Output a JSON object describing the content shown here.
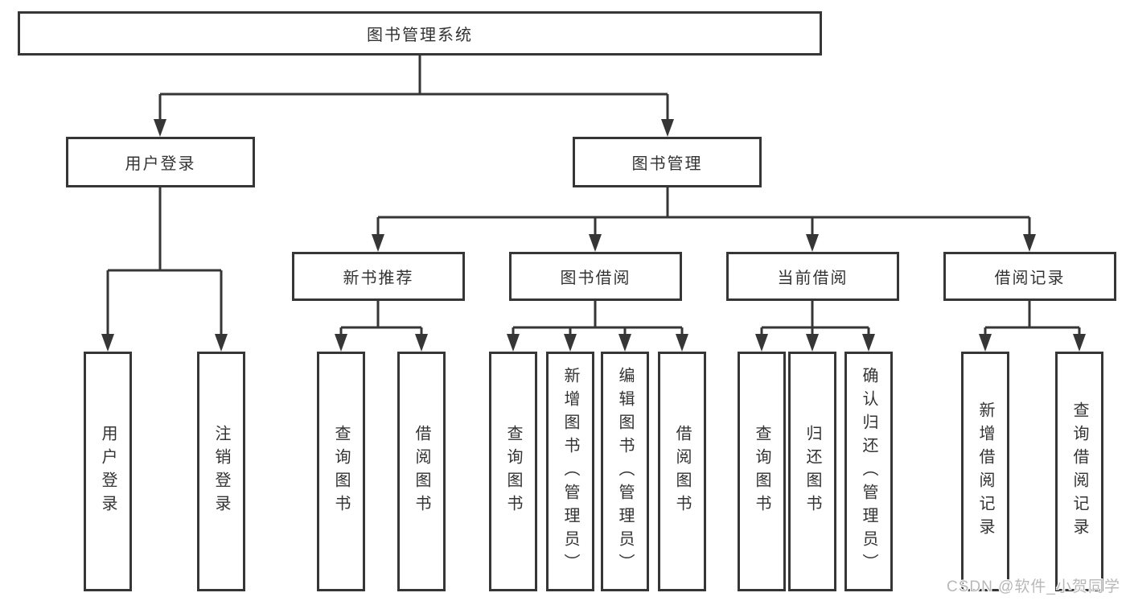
{
  "tree": {
    "root": {
      "label": "图书管理系统",
      "children": [
        {
          "label": "用户登录",
          "children": [
            {
              "label": "用户登录"
            },
            {
              "label": "注销登录"
            }
          ]
        },
        {
          "label": "图书管理",
          "children": [
            {
              "label": "新书推荐",
              "children": [
                {
                  "label": "查询图书"
                },
                {
                  "label": "借阅图书"
                }
              ]
            },
            {
              "label": "图书借阅",
              "children": [
                {
                  "label": "查询图书"
                },
                {
                  "label": "新增图书（管理员）"
                },
                {
                  "label": "编辑图书（管理员）"
                },
                {
                  "label": "借阅图书"
                }
              ]
            },
            {
              "label": "当前借阅",
              "children": [
                {
                  "label": "查询图书"
                },
                {
                  "label": "归还图书"
                },
                {
                  "label": "确认归还（管理员）"
                }
              ]
            },
            {
              "label": "借阅记录",
              "children": [
                {
                  "label": "新增借阅记录"
                },
                {
                  "label": "查询借阅记录"
                }
              ]
            }
          ]
        }
      ]
    }
  },
  "watermark": {
    "text": "CSDN @软件_小贺同学"
  },
  "colors": {
    "line": "#363636",
    "text": "#333333",
    "box_background": "#ffffff",
    "watermark": "#b8b8b8"
  }
}
